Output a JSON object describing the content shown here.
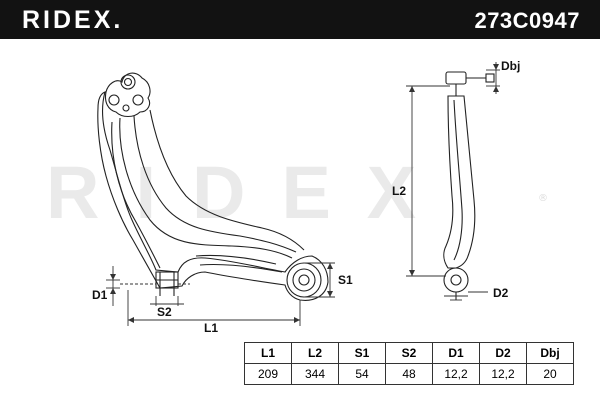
{
  "header": {
    "brand": "RIDEX.",
    "part_number": "273C0947"
  },
  "watermark": {
    "text": "RIDEX",
    "registered": "®"
  },
  "dimensions": {
    "labels": {
      "dbj": "Dbj",
      "l2": "L2",
      "s1": "S1",
      "d1": "D1",
      "s2": "S2",
      "l1": "L1",
      "d2": "D2"
    }
  },
  "spec_table": {
    "headers": [
      "L1",
      "L2",
      "S1",
      "S2",
      "D1",
      "D2",
      "Dbj"
    ],
    "values": [
      "209",
      "344",
      "54",
      "48",
      "12,2",
      "12,2",
      "20"
    ]
  }
}
